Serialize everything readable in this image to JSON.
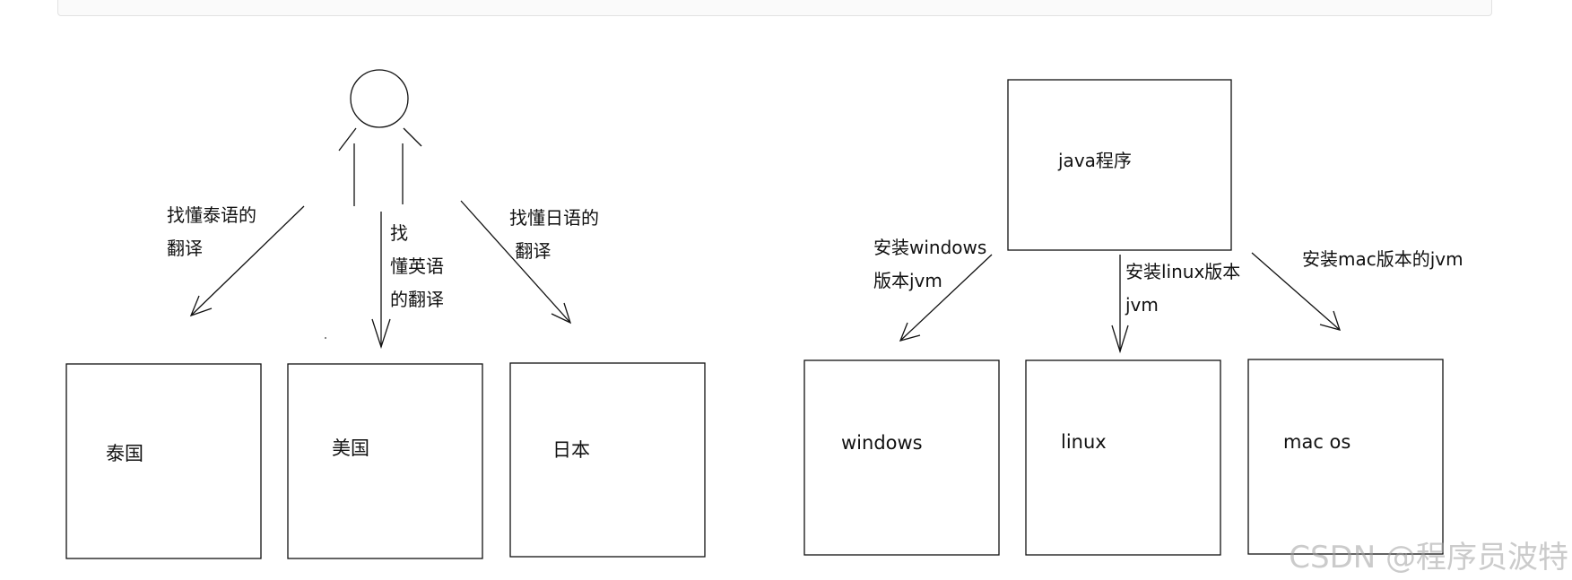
{
  "left_diagram": {
    "arrows": [
      {
        "lines": [
          "找懂泰语的",
          "翻译"
        ]
      },
      {
        "lines": [
          "找",
          "懂英语",
          "的翻译"
        ]
      },
      {
        "lines": [
          "找懂日语的",
          " 翻译"
        ]
      }
    ],
    "boxes": [
      "泰国",
      "美国",
      "日本"
    ]
  },
  "right_diagram": {
    "top_box": "java程序",
    "arrows": [
      {
        "lines": [
          "安装windows",
          "版本jvm"
        ]
      },
      {
        "lines": [
          "安装linux版本",
          "jvm"
        ]
      },
      {
        "lines": [
          "安装mac版本的jvm"
        ]
      }
    ],
    "boxes": [
      "windows",
      "linux",
      "mac os"
    ]
  },
  "watermark": "CSDN @程序员波特"
}
